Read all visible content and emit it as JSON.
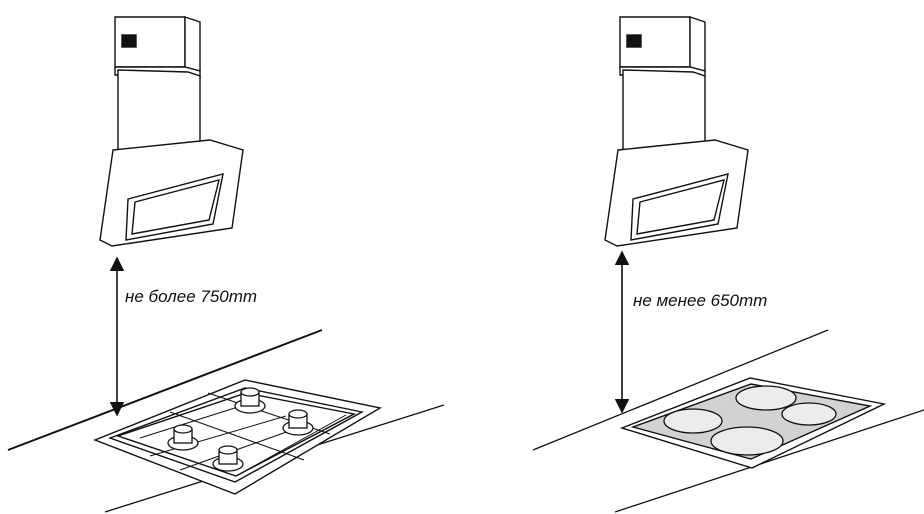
{
  "panels": [
    {
      "label": "не более 750mm",
      "hob": "gas",
      "hob_burners": 4
    },
    {
      "label": "не менее 650mm",
      "hob": "electric",
      "hob_burners": 4
    }
  ],
  "colors": {
    "line": "#111111",
    "fill": "#ffffff",
    "ceramic_surface": "#d2d2d2",
    "burner_zone": "#ececec"
  }
}
